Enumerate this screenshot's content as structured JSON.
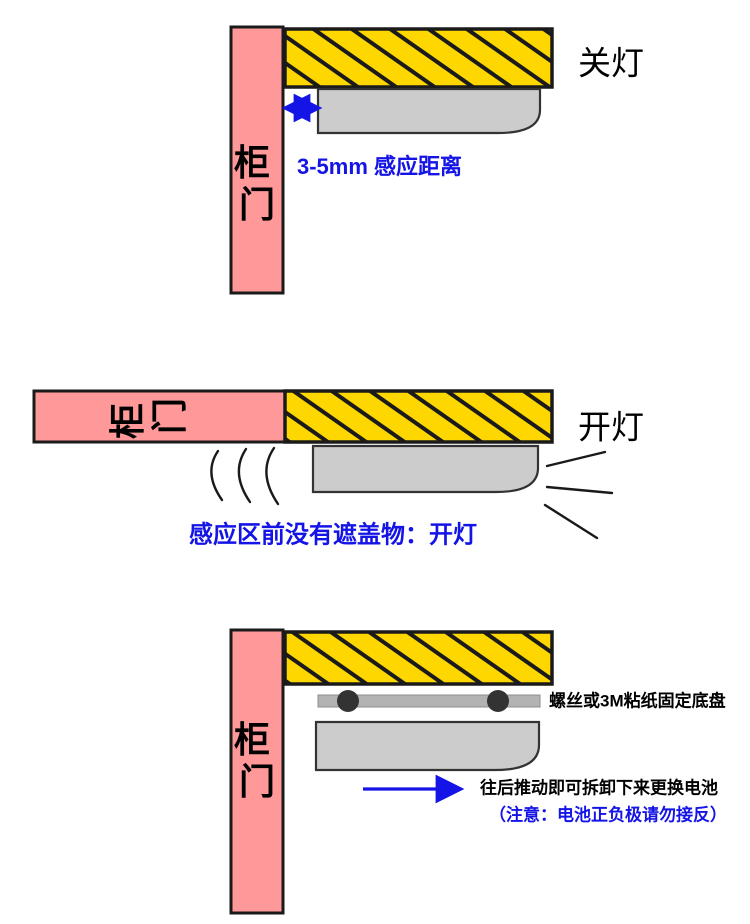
{
  "diagram": {
    "title": "",
    "colors": {
      "door_fill": "#ff9999",
      "door_stroke": "#1a1a1a",
      "sensor_strip_fill": "#ffd700",
      "sensor_strip_stripe": "#1a1a1a",
      "body_fill": "#cccccc",
      "body_stroke": "#333333",
      "mount_bar_fill": "#b3b3b3",
      "screw_fill": "#333333",
      "annotation_blue": "#1414e6",
      "annotation_black": "#000000"
    },
    "panels": [
      {
        "id": "panel-light-off",
        "state_label": "关灯",
        "door_label": "柜门",
        "door_orientation": "vertical",
        "annotation": "3-5mm 感应距离",
        "annotation_color": "#1414e6",
        "has_gap_arrow": true,
        "has_waves": false,
        "has_light_rays": false
      },
      {
        "id": "panel-light-on",
        "state_label": "开灯",
        "door_label": "柜门",
        "door_orientation": "horizontal",
        "annotation": "感应区前没有遮盖物：开灯",
        "annotation_color": "#1414e6",
        "has_gap_arrow": false,
        "has_waves": true,
        "has_light_rays": true
      },
      {
        "id": "panel-battery-replace",
        "state_label": "",
        "door_label": "柜门",
        "door_orientation": "vertical",
        "mount_note": "螺丝或3M粘纸固定底盘",
        "mount_note_color": "#000000",
        "push_note": "往后推动即可拆卸下来更换电池",
        "push_note_color": "#000000",
        "warning_note": "（注意：电池正负极请勿接反）",
        "warning_note_color": "#1414e6",
        "has_push_arrow": true,
        "screw_count": 2
      }
    ]
  }
}
